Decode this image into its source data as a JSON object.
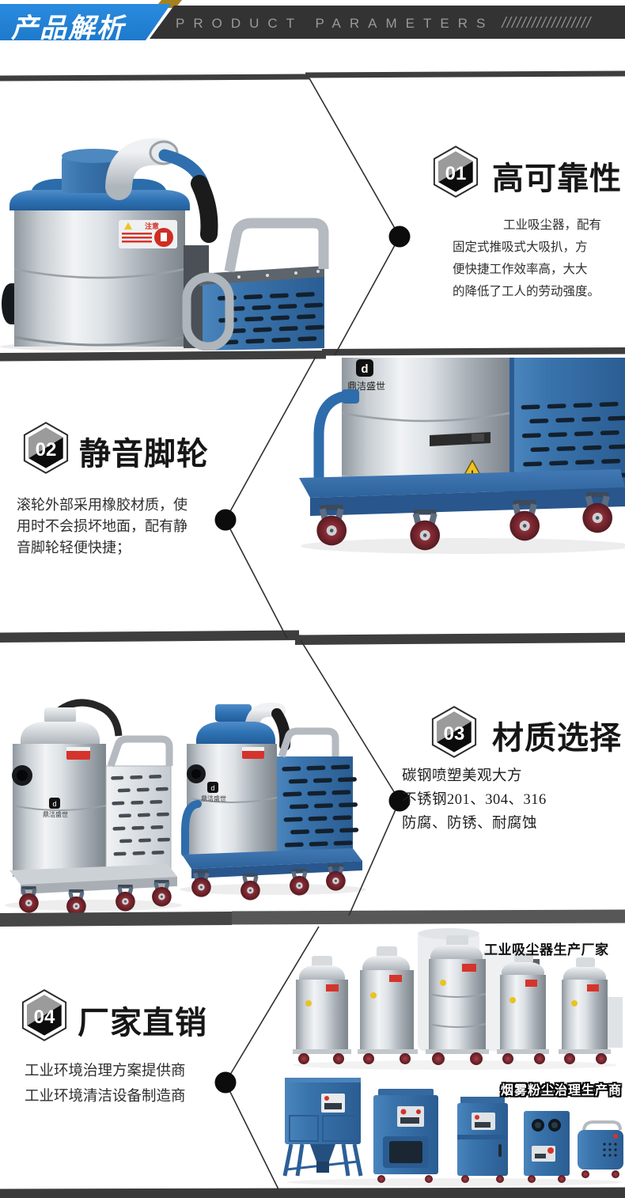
{
  "header": {
    "title": "产品解析",
    "subtitle": "PRODUCT PARAMETERS",
    "slashes": "//////////////////"
  },
  "sections": [
    {
      "num": "01",
      "title": "高可靠性",
      "lines": [
        "工业吸尘器，配有",
        "固定式推吸式大吸扒，方",
        "便快捷工作效率高，大大",
        "的降低了工人的劳动强度。"
      ]
    },
    {
      "num": "02",
      "title": "静音脚轮",
      "lines": [
        "滚轮外部采用橡胶材质，使",
        "用时不会损坏地面，配有静",
        "音脚轮轻便快捷；"
      ]
    },
    {
      "num": "03",
      "title": "材质选择",
      "lines": [
        "碳钢喷塑美观大方",
        "不锈钢201、304、316",
        "防腐、防锈、耐腐蚀"
      ]
    },
    {
      "num": "04",
      "title": "厂家直销",
      "lines": [
        "工业环境治理方案提供商",
        "工业环境清洁设备制造商"
      ]
    }
  ],
  "products": {
    "brand": "鼎洁盛世",
    "brand_initial": "d",
    "warning_text": "注意",
    "group_caption_top": "工业吸尘器生产厂家",
    "group_caption_bottom": "烟雾粉尘治理生产商"
  },
  "colors": {
    "brand_blue": "#2285d6",
    "machine_blue": "#3a74ad",
    "header_bar": "#333333",
    "divider_grey": "#3e3e3e",
    "gold_accent": "#a5821e",
    "caster_red": "#7d2730",
    "warning_red": "#d5342c"
  }
}
